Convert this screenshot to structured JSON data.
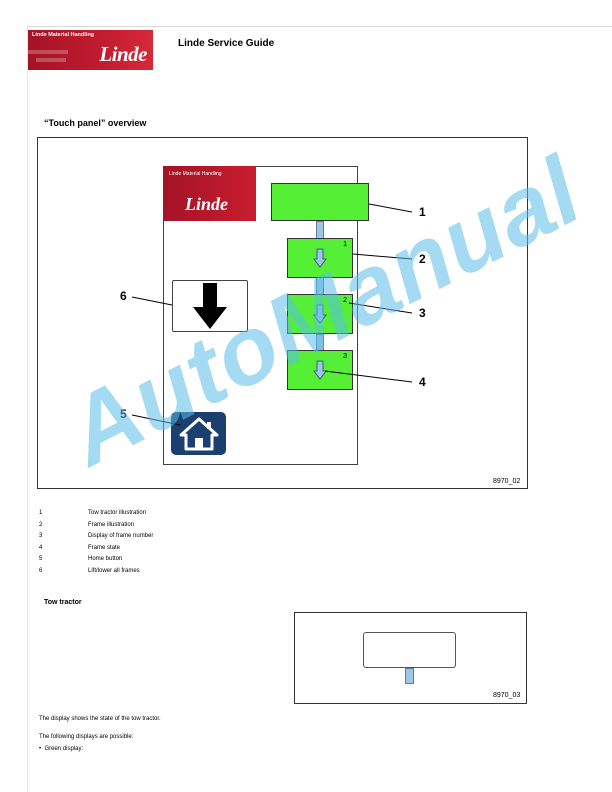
{
  "header": {
    "logo_top_text": "Linde Material Handling",
    "logo_brand": "Linde",
    "title": "Linde Service Guide"
  },
  "section_title": "“Touch panel” overview",
  "figure1": {
    "panel_logo_top_text": "Linde Material Handling",
    "panel_logo_brand": "Linde",
    "frame_numbers": [
      "1",
      "2",
      "3"
    ],
    "callouts": [
      "1",
      "2",
      "3",
      "4",
      "5",
      "6"
    ],
    "code": "8970_02"
  },
  "legend": [
    {
      "n": "1",
      "text": "Tow tractor illustration"
    },
    {
      "n": "2",
      "text": "Frame illustration"
    },
    {
      "n": "3",
      "text": "Display of frame number"
    },
    {
      "n": "4",
      "text": "Frame state"
    },
    {
      "n": "5",
      "text": "Home button"
    },
    {
      "n": "6",
      "text": "Lift/lower all frames"
    }
  ],
  "subsection_title": "Tow tractor",
  "figure2": {
    "code": "8970_03"
  },
  "paragraphs": [
    "The display shows the state of the tow tractor.",
    "The following displays are possible:"
  ],
  "bullets": [
    "Green display:"
  ],
  "watermark": "AutoManual",
  "colors": {
    "brand_red": "#c01a2e",
    "display_green": "#55f036",
    "connector_blue": "#9ec6e8",
    "home_navy": "#1b3f6e"
  }
}
